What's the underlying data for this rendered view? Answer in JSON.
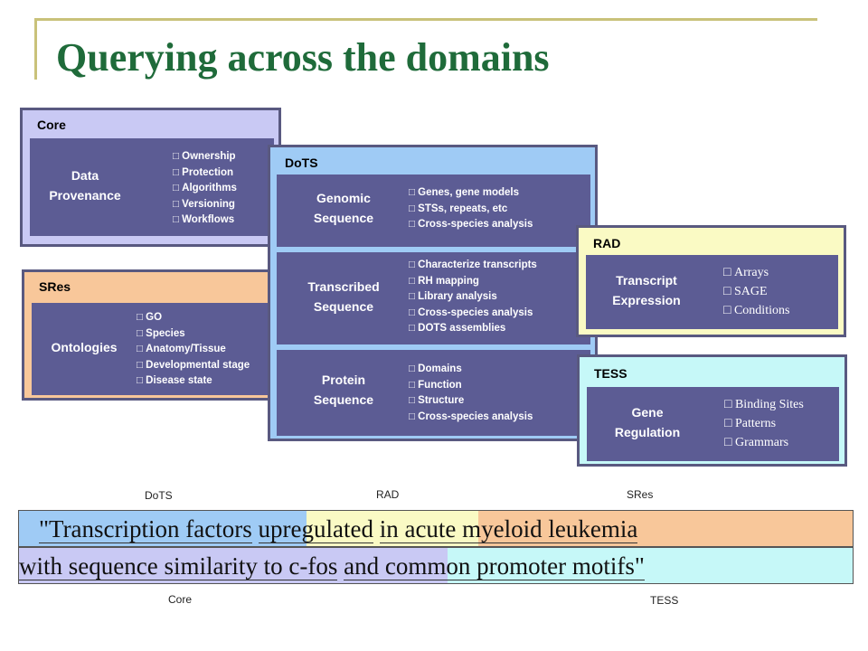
{
  "title": "Querying across the domains",
  "colors": {
    "title": "#1f6b3a",
    "core_bg": "#c9c9f4",
    "sres_bg": "#f8c79a",
    "dots_bg": "#9fcbf5",
    "rad_bg": "#fafac4",
    "tess_bg": "#c6f8f8",
    "box": "#5c5c94"
  },
  "core": {
    "label": "Core",
    "box_title": [
      "Data",
      "Provenance"
    ],
    "items": [
      "Ownership",
      "Protection",
      "Algorithms",
      "Versioning",
      "Workflows"
    ]
  },
  "sres": {
    "label": "SRes",
    "box_title": [
      "Ontologies"
    ],
    "items": [
      "GO",
      "Species",
      "Anatomy/Tissue",
      "Developmental stage",
      "Disease state"
    ]
  },
  "dots": {
    "label": "DoTS",
    "genomic": {
      "title": [
        "Genomic",
        "Sequence"
      ],
      "items": [
        "Genes, gene models",
        "STSs,  repeats, etc",
        "Cross-species analysis"
      ]
    },
    "transcribed": {
      "title": [
        "Transcribed",
        "Sequence"
      ],
      "items": [
        "Characterize transcripts",
        "RH mapping",
        "Library analysis",
        "Cross-species analysis",
        "DOTS assemblies"
      ]
    },
    "protein": {
      "title": [
        "Protein",
        "Sequence"
      ],
      "items": [
        "Domains",
        "Function",
        "Structure",
        "Cross-species analysis"
      ]
    }
  },
  "rad": {
    "label": "RAD",
    "box_title": [
      "Transcript",
      "Expression"
    ],
    "items": [
      "Arrays",
      "SAGE",
      "Conditions"
    ]
  },
  "tess": {
    "label": "TESS",
    "box_title": [
      "Gene",
      "Regulation"
    ],
    "items": [
      "Binding Sites",
      "Patterns",
      "Grammars"
    ]
  },
  "query": {
    "line1": {
      "part1": "\"Transcription factors",
      "part2": "upregulated",
      "part3": "in acute myeloid leukemia"
    },
    "line2": {
      "part1": "with sequence similarity to c-fos",
      "part2": "and common promoter motifs\""
    },
    "tags": {
      "dots": "DoTS",
      "rad": "RAD",
      "sres": "SRes",
      "core": "Core",
      "tess": "TESS"
    }
  }
}
